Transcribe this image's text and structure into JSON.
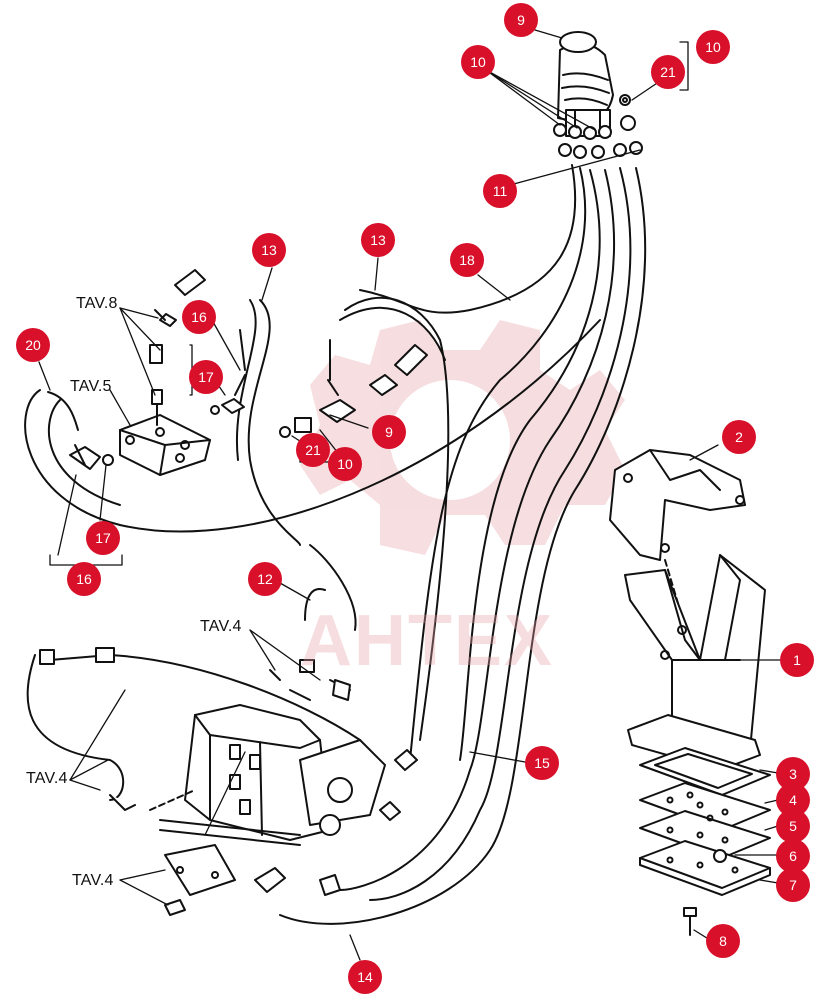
{
  "diagram": {
    "accent_color": "#d8102a",
    "callouts": [
      "9",
      "10",
      "10",
      "21",
      "11",
      "13",
      "13",
      "18",
      "16",
      "17",
      "20",
      "9",
      "21",
      "10",
      "17",
      "16",
      "2",
      "12",
      "1",
      "3",
      "4",
      "5",
      "6",
      "7",
      "15",
      "14",
      "8"
    ],
    "section_labels": [
      "TAV.8",
      "TAV.5",
      "TAV.4",
      "TAV.4",
      "TAV.4"
    ],
    "watermark": "AHTEX",
    "icons": [
      "joystick-icon",
      "hydraulic-valve-block-icon",
      "mounting-bracket-icon",
      "gasket-plate-icon",
      "bolt-icon",
      "watermark-logo-icon"
    ]
  }
}
